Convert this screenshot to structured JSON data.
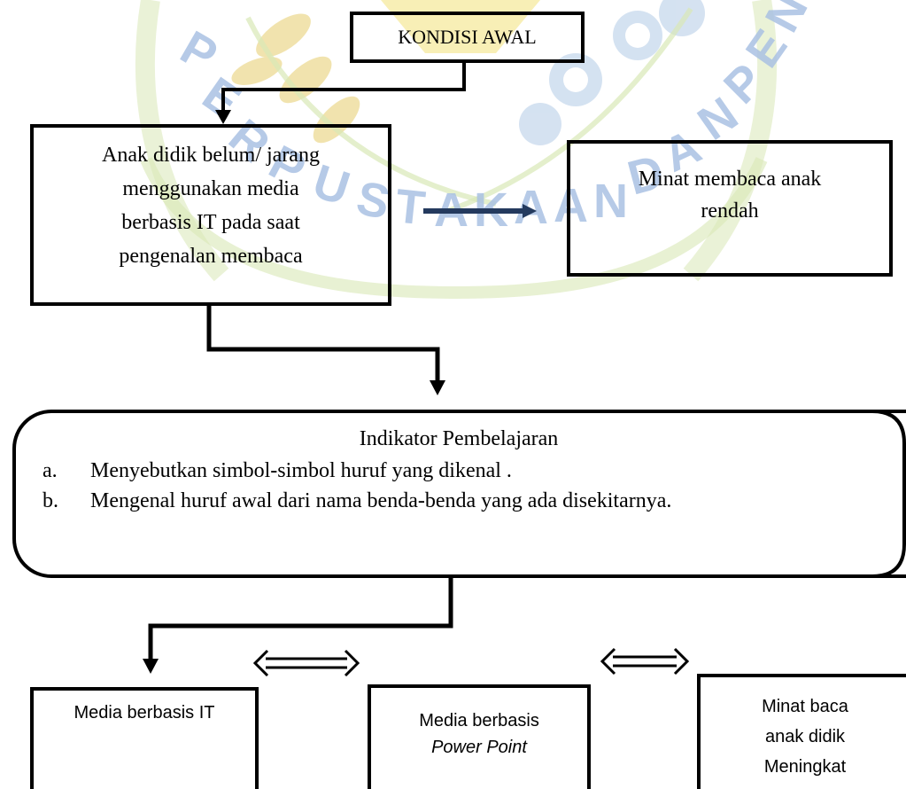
{
  "watermark": {
    "text": "PERPUSTAKAAN DAN PENERBITAN"
  },
  "nodes": {
    "kondisi_awal": "KONDISI AWAL",
    "anak_didik": [
      "Anak didik belum/ jarang",
      "menggunakan media",
      "berbasis IT pada saat",
      "pengenalan membaca"
    ],
    "minat_rendah": [
      "Minat membaca anak",
      "rendah"
    ],
    "indikator": {
      "title": "Indikator Pembelajaran",
      "items": [
        {
          "marker": "a.",
          "text": "Menyebutkan simbol-simbol huruf yang dikenal ."
        },
        {
          "marker": "b.",
          "text": "Mengenal huruf awal dari nama benda-benda yang ada disekitarnya."
        }
      ]
    },
    "media_it": "Media berbasis IT",
    "media_ppt": [
      "Media berbasis",
      "Power Point"
    ],
    "minat_baca": [
      "Minat baca",
      "anak didik",
      "Meningkat"
    ]
  },
  "colors": {
    "watermark_blue": "#a9c1e3",
    "watermark_yellow": "#f2e27a",
    "watermark_green": "#d9e8b6",
    "line": "#000000"
  }
}
